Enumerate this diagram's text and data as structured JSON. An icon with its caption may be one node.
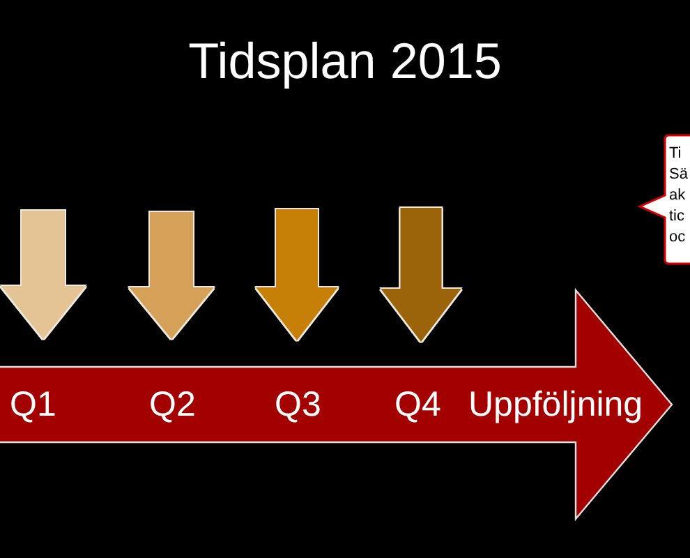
{
  "diagram": {
    "title": "Tidsplan 2015",
    "nodes": [
      {
        "text": [
          "Ti Sä ak tic oc"
        ]
      },
      {
        "text": [
          "Q1",
          "Q2",
          "Q3",
          "Q4",
          "Uppföljning"
        ]
      }
    ],
    "edges": [
      {
        "from": null,
        "to": 1,
        "arrow": "to",
        "color": "#e4c494"
      },
      {
        "from": null,
        "to": 1,
        "arrow": "to",
        "color": "#d5a159"
      },
      {
        "from": null,
        "to": 1,
        "arrow": "to",
        "color": "#c68008"
      },
      {
        "from": null,
        "to": 1,
        "arrow": "to",
        "color": "#9b640a"
      }
    ]
  }
}
